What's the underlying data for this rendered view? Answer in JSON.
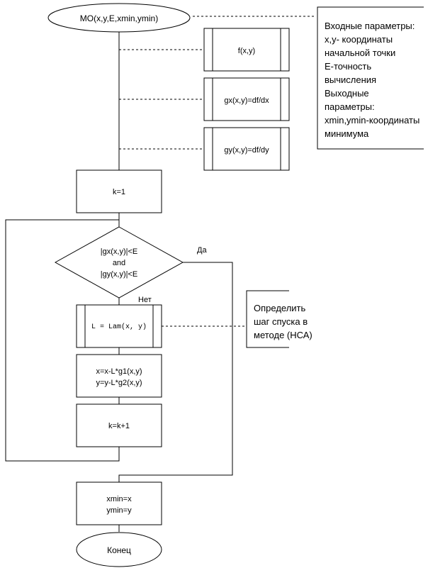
{
  "start": {
    "label": "MO(x,y,E,xmin,ymin)"
  },
  "subroutines": [
    {
      "label": "f(x,y)"
    },
    {
      "label": "gx(x,y)=df/dx"
    },
    {
      "label": "gy(x,y)=df/dy"
    }
  ],
  "params_note": {
    "lines": [
      "Входные параметры:",
      "x,y- координаты",
      "начальной точки",
      "E-точность",
      "вычисления",
      "Выходные",
      "параметры:",
      "xmin,ymin-координаты",
      "минимума"
    ]
  },
  "init": {
    "label": "k=1"
  },
  "condition": {
    "lines": [
      "|gx(x,y)|<E",
      "and",
      "|gy(x,y)|<E"
    ]
  },
  "yes_label": "Да",
  "no_label": "Нет",
  "lam_call": {
    "label": "L = Lam(x, y)"
  },
  "lam_note": {
    "lines": [
      "Определить",
      "шаг спуска в",
      "методе (НСА)"
    ]
  },
  "update": {
    "lines": [
      "x=x-L*g1(x,y)",
      "y=y-L*g2(x,y)"
    ]
  },
  "increment": {
    "label": "k=k+1"
  },
  "result": {
    "lines": [
      "xmin=x",
      "ymin=y"
    ]
  },
  "end": {
    "label": "Конец"
  }
}
